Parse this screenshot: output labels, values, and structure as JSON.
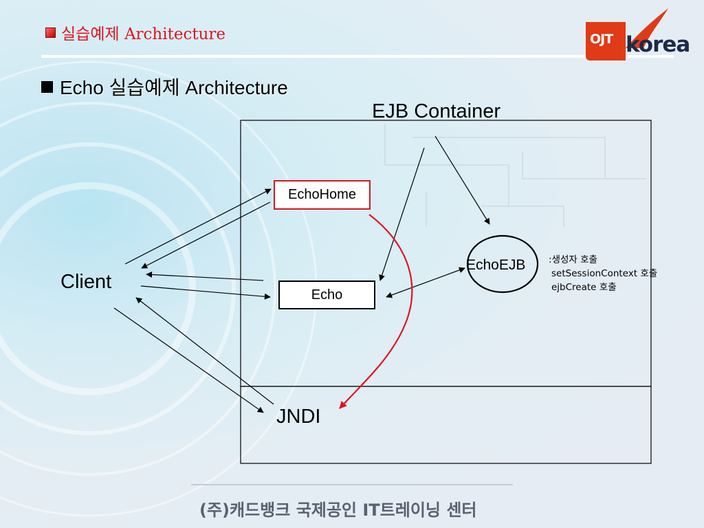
{
  "slide": {
    "title": "실습예제 Architecture",
    "subtitle": "Echo 실습예제 Architecture"
  },
  "logo": {
    "mark": "OJT",
    "wordmark": "korea",
    "colors": {
      "mark": "#e03a16",
      "wordmark": "#1c2a4a"
    }
  },
  "diagram": {
    "container_label": "EJB Container",
    "client_label": "Client",
    "home_label": "EchoHome",
    "remote_label": "Echo",
    "bean_label": "EchoEJB",
    "jndi_label": "JNDI",
    "note": {
      "line1": ":생성자 호출",
      "line2": "setSessionContext 호출",
      "line3": "ejbCreate 호출"
    },
    "colors": {
      "highlight": "#d8141c",
      "line": "#000000"
    }
  },
  "footer": {
    "text": "(주)캐드뱅크 국제공인 IT트레이닝 센터"
  }
}
